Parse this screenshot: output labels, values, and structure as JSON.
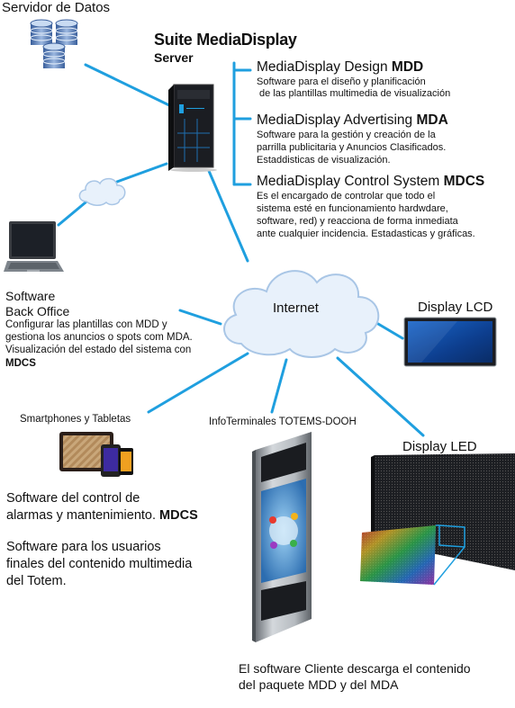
{
  "database": {
    "label": "Servidor de Datos"
  },
  "suite": {
    "title": "Suite MediaDisplay",
    "subtitle": "Server"
  },
  "mdd": {
    "name": "MediaDisplay Design ",
    "abbr": "MDD",
    "desc": [
      "Software para el diseño y planificación",
      " de las plantillas multimedia de visualización"
    ]
  },
  "mda": {
    "name": "MediaDisplay Advertising ",
    "abbr": "MDA",
    "desc": [
      "Software para la gestión y creación de la",
      "parrilla publicitaria y Anuncios Clasificados.",
      "Estaddisticas de visualización."
    ]
  },
  "mdcs": {
    "name": "MediaDisplay Control System ",
    "abbr": "MDCS",
    "desc": [
      "Es el encargado de controlar que todo el",
      "sistema esté en funcionamiento hardwdare,",
      "software, red) y reacciona de forma inmediata",
      "ante cualquier incidencia. Estadasticas y gráficas."
    ]
  },
  "internet": {
    "label": "Internet"
  },
  "backoffice": {
    "title_lines": [
      "Software",
      "Back Office"
    ],
    "desc": [
      "Configurar las plantillas con MDD y",
      "gestiona los anuncios o spots com MDA.",
      "Visualización del estado del sistema con"
    ],
    "abbr": "MDCS"
  },
  "display_lcd": {
    "label": "Display LCD"
  },
  "display_led": {
    "label": "Display LED"
  },
  "smartphones": {
    "label": "Smartphones y Tabletas"
  },
  "totems": {
    "label": "InfoTerminales TOTEMS-DOOH"
  },
  "mobile_sw": {
    "line1": "Software del control de",
    "line2": "alarmas y mantenimiento. ",
    "abbr": "MDCS",
    "end_user": [
      "Software para los usuarios",
      "finales del contenido multimedia",
      "del Totem."
    ]
  },
  "client_note": [
    "El software Cliente descarga el contenido",
    "del paquete MDD y del MDA"
  ],
  "colors": {
    "line": "#1f9fdf",
    "cloud_fill": "#e8f1fb",
    "cloud_stroke": "#a9c6e6"
  }
}
